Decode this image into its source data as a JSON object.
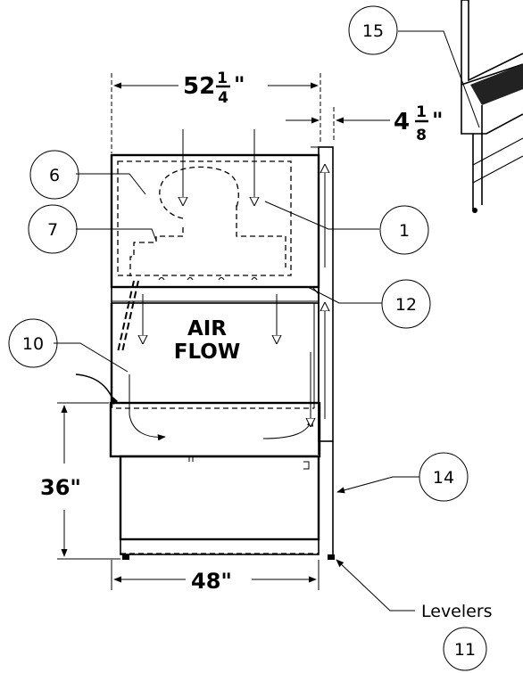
{
  "dimensions": {
    "width_whole": "52",
    "width_frac_num": "1",
    "width_frac_den": "4",
    "width_unit": "\"",
    "depth_whole": "4",
    "depth_frac_num": "1",
    "depth_frac_den": "8",
    "depth_unit": "\"",
    "height": "36\"",
    "base_width": "48\""
  },
  "label": {
    "line1": "AIR",
    "line2": "FLOW"
  },
  "callouts": {
    "c1": "1",
    "c6": "6",
    "c7": "7",
    "c10": "10",
    "c11": "11",
    "c12": "12",
    "c14": "14",
    "c15": "15",
    "levelers": "Levelers"
  }
}
